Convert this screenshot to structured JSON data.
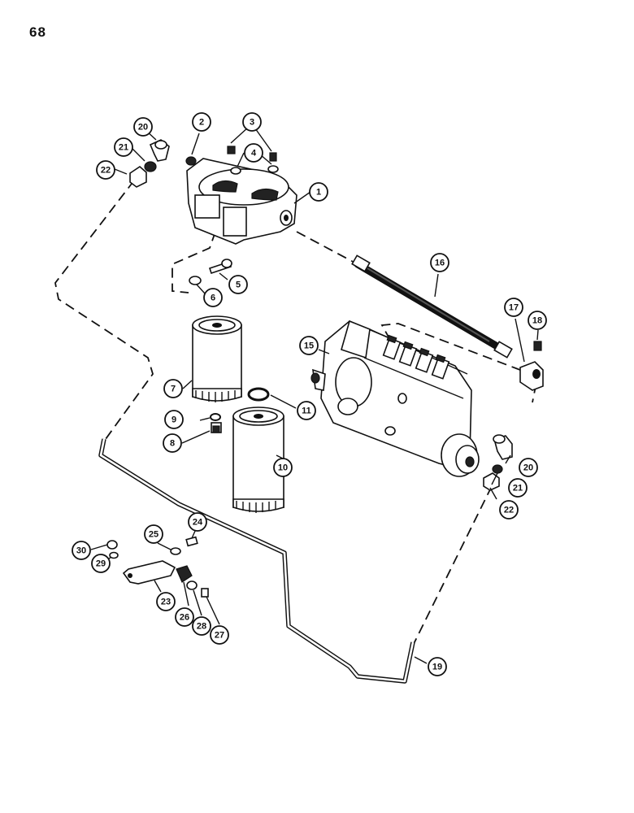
{
  "page_number": "68",
  "callouts": [
    {
      "id": "c1",
      "label": "1"
    },
    {
      "id": "c2",
      "label": "2"
    },
    {
      "id": "c3",
      "label": "3"
    },
    {
      "id": "c4",
      "label": "4"
    },
    {
      "id": "c5",
      "label": "5"
    },
    {
      "id": "c6",
      "label": "6"
    },
    {
      "id": "c7",
      "label": "7"
    },
    {
      "id": "c8",
      "label": "8"
    },
    {
      "id": "c9",
      "label": "9"
    },
    {
      "id": "c10",
      "label": "10"
    },
    {
      "id": "c11",
      "label": "11"
    },
    {
      "id": "c15",
      "label": "15"
    },
    {
      "id": "c16",
      "label": "16"
    },
    {
      "id": "c17",
      "label": "17"
    },
    {
      "id": "c18",
      "label": "18"
    },
    {
      "id": "c19",
      "label": "19"
    },
    {
      "id": "c20a",
      "label": "20"
    },
    {
      "id": "c20b",
      "label": "20"
    },
    {
      "id": "c21a",
      "label": "21"
    },
    {
      "id": "c21b",
      "label": "21"
    },
    {
      "id": "c22a",
      "label": "22"
    },
    {
      "id": "c22b",
      "label": "22"
    },
    {
      "id": "c23",
      "label": "23"
    },
    {
      "id": "c24",
      "label": "24"
    },
    {
      "id": "c25",
      "label": "25"
    },
    {
      "id": "c26",
      "label": "26"
    },
    {
      "id": "c27",
      "label": "27"
    },
    {
      "id": "c28",
      "label": "28"
    },
    {
      "id": "c29",
      "label": "29"
    },
    {
      "id": "c30",
      "label": "30"
    }
  ]
}
